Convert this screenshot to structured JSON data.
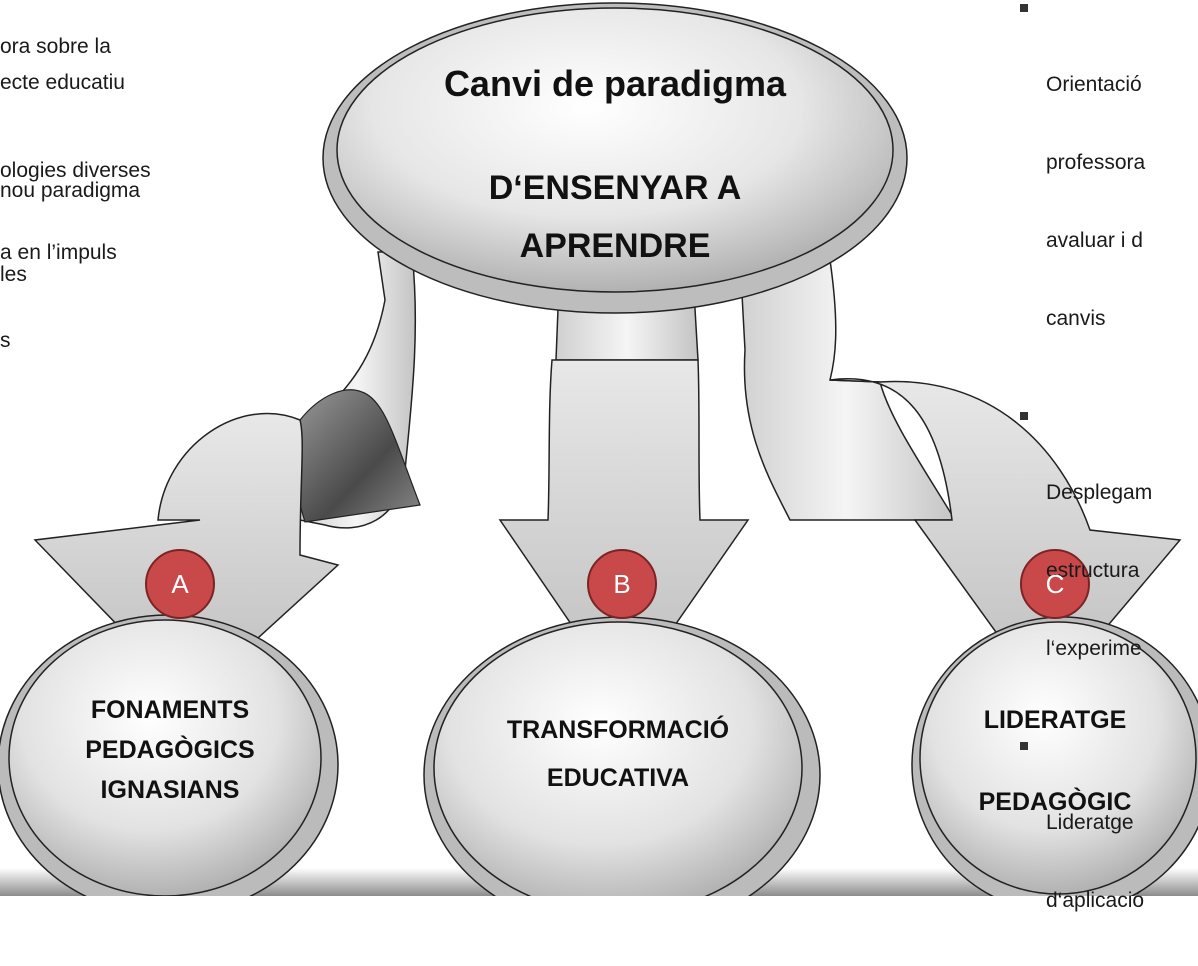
{
  "left_text": [
    "ora sobre la",
    "ecte educatiu",
    "ologies diverses",
    "nou paradigma",
    "a en l’impuls",
    "les",
    "s"
  ],
  "right_list": [
    {
      "lines": [
        "Orientació",
        "professora",
        "avaluar i d",
        "canvis"
      ]
    },
    {
      "lines": [
        "Desplegam",
        "estructura",
        "l‘experime"
      ]
    },
    {
      "lines": [
        "Lideratge",
        "d‘aplicació"
      ]
    }
  ],
  "center": {
    "title": "Canvi de paradigma",
    "subtitle_line1": "D‘ENSENYAR A",
    "subtitle_line2": "APRENDRE"
  },
  "nodes": [
    {
      "badge": "A",
      "line1": "FONAMENTS",
      "line2": "PEDAGÒGICS",
      "line3": "IGNASIANS"
    },
    {
      "badge": "B",
      "line1": "TRANSFORMACIÓ",
      "line2": "EDUCATIVA"
    },
    {
      "badge": "C",
      "line1": "LIDERATGE",
      "line2": "PEDAGÒGIC"
    }
  ],
  "colors": {
    "badge_fill": "#c9484a",
    "badge_stroke": "#7c2424",
    "shape_light": "#f4f4f4",
    "shape_mid": "#c8c8c8",
    "shape_dark": "#5a5a5a",
    "outline": "#222222"
  }
}
